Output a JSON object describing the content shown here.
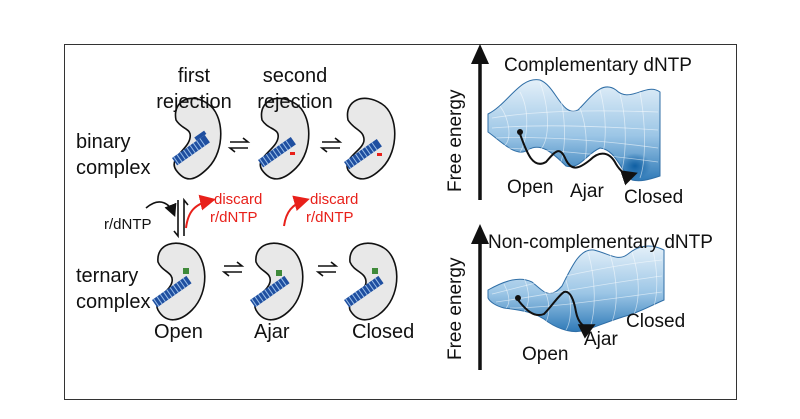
{
  "left": {
    "col_first": "first rejection",
    "col_first_l1": "first",
    "col_first_l2": "rejection",
    "col_second_l1": "second",
    "col_second_l2": "rejection",
    "row_binary_l1": "binary",
    "row_binary_l2": "complex",
    "row_ternary_l1": "ternary",
    "row_ternary_l2": "complex",
    "rdntp_in": "r/dNTP",
    "discard1_l1": "discard",
    "discard1_l2": "r/dNTP",
    "discard2_l1": "discard",
    "discard2_l2": "r/dNTP",
    "state_open": "Open",
    "state_ajar": "Ajar",
    "state_closed": "Closed"
  },
  "right_top": {
    "title": "Complementary dNTP",
    "y_axis": "Free energy",
    "open": "Open",
    "ajar": "Ajar",
    "closed": "Closed"
  },
  "right_bottom": {
    "title": "Non-complementary dNTP",
    "y_axis": "Free energy",
    "open": "Open",
    "ajar": "Ajar",
    "closed": "Closed"
  },
  "colors": {
    "discard_red": "#e8201a",
    "surface_blue": "#5a9fd0",
    "enzyme_gray": "#e8e8e8",
    "dna_blue": "#1f4fa0"
  }
}
